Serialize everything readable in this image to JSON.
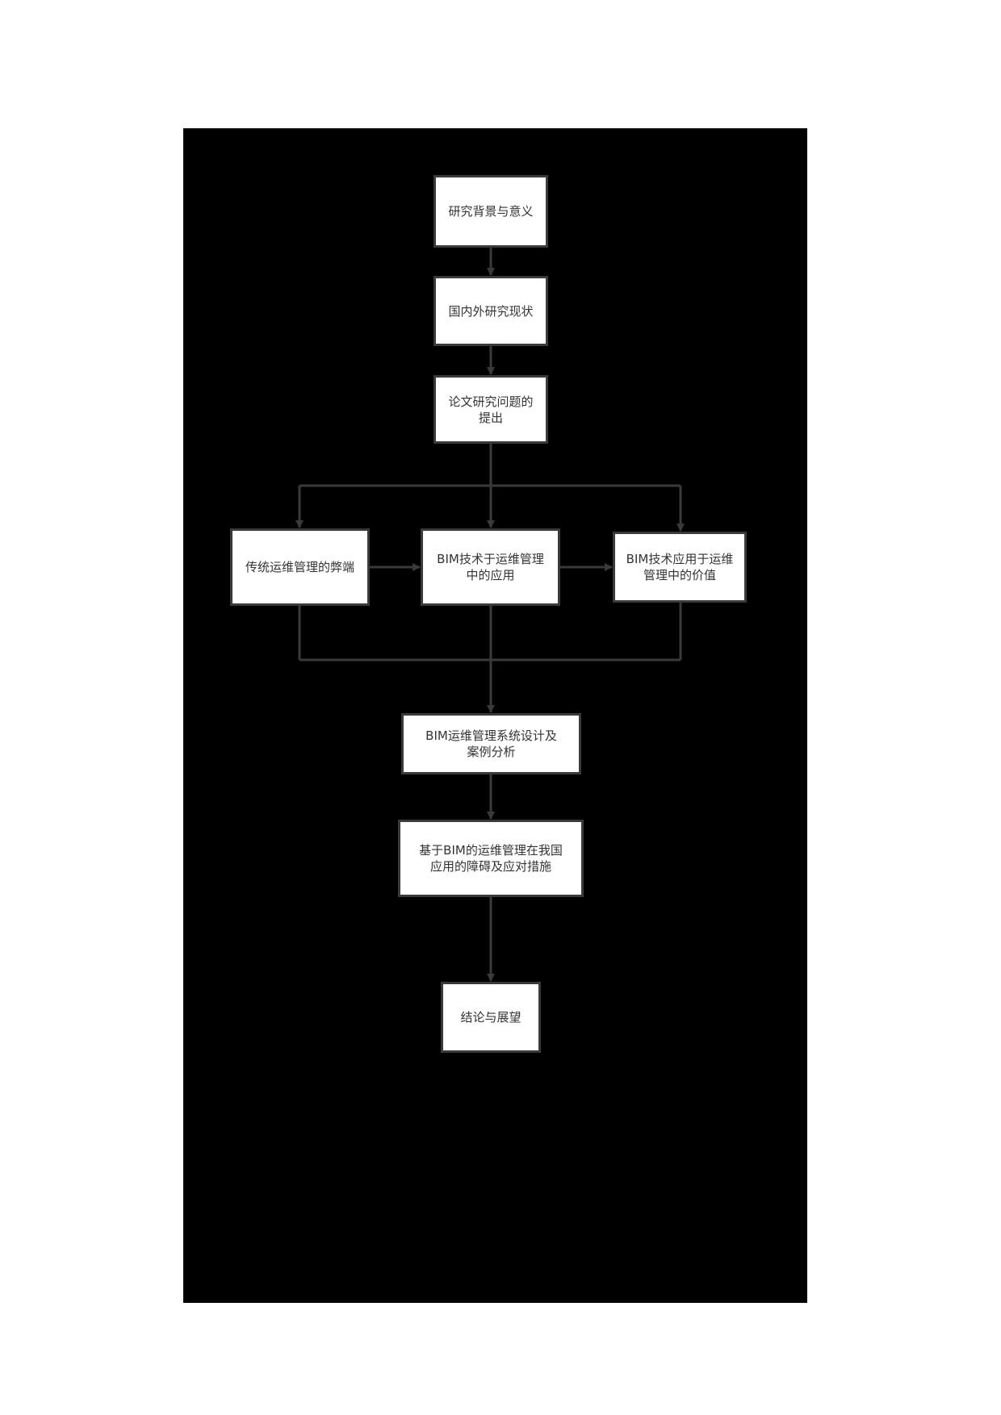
{
  "diagram": {
    "type": "flowchart",
    "background_panel_color": "#000000",
    "line_color": "#3a3a3a",
    "node_fill": "#ffffff",
    "text_color": "#333333",
    "nodes": [
      {
        "id": "n1",
        "label": "研究背景与意义"
      },
      {
        "id": "n2",
        "label": "国内外研究现状"
      },
      {
        "id": "n3",
        "label": "论文研究问题的提出"
      },
      {
        "id": "n4",
        "label": "传统运维管理的弊端"
      },
      {
        "id": "n5",
        "label": "BIM技术于运维管理中的应用"
      },
      {
        "id": "n6",
        "label": "BIM技术应用于运维管理中的价值"
      },
      {
        "id": "n7",
        "label": "BIM运维管理系统设计及案例分析"
      },
      {
        "id": "n8",
        "label": "基于BIM的运维管理在我国应用的障碍及应对措施"
      },
      {
        "id": "n9",
        "label": "结论与展望"
      }
    ],
    "edges": [
      {
        "from": "n1",
        "to": "n2"
      },
      {
        "from": "n2",
        "to": "n3"
      },
      {
        "from": "n3",
        "to": "n4"
      },
      {
        "from": "n3",
        "to": "n5"
      },
      {
        "from": "n3",
        "to": "n6"
      },
      {
        "from": "n4",
        "to": "n5"
      },
      {
        "from": "n5",
        "to": "n6"
      },
      {
        "from": "n4",
        "to": "n7"
      },
      {
        "from": "n5",
        "to": "n7"
      },
      {
        "from": "n6",
        "to": "n7"
      },
      {
        "from": "n7",
        "to": "n8"
      },
      {
        "from": "n8",
        "to": "n9"
      }
    ]
  }
}
